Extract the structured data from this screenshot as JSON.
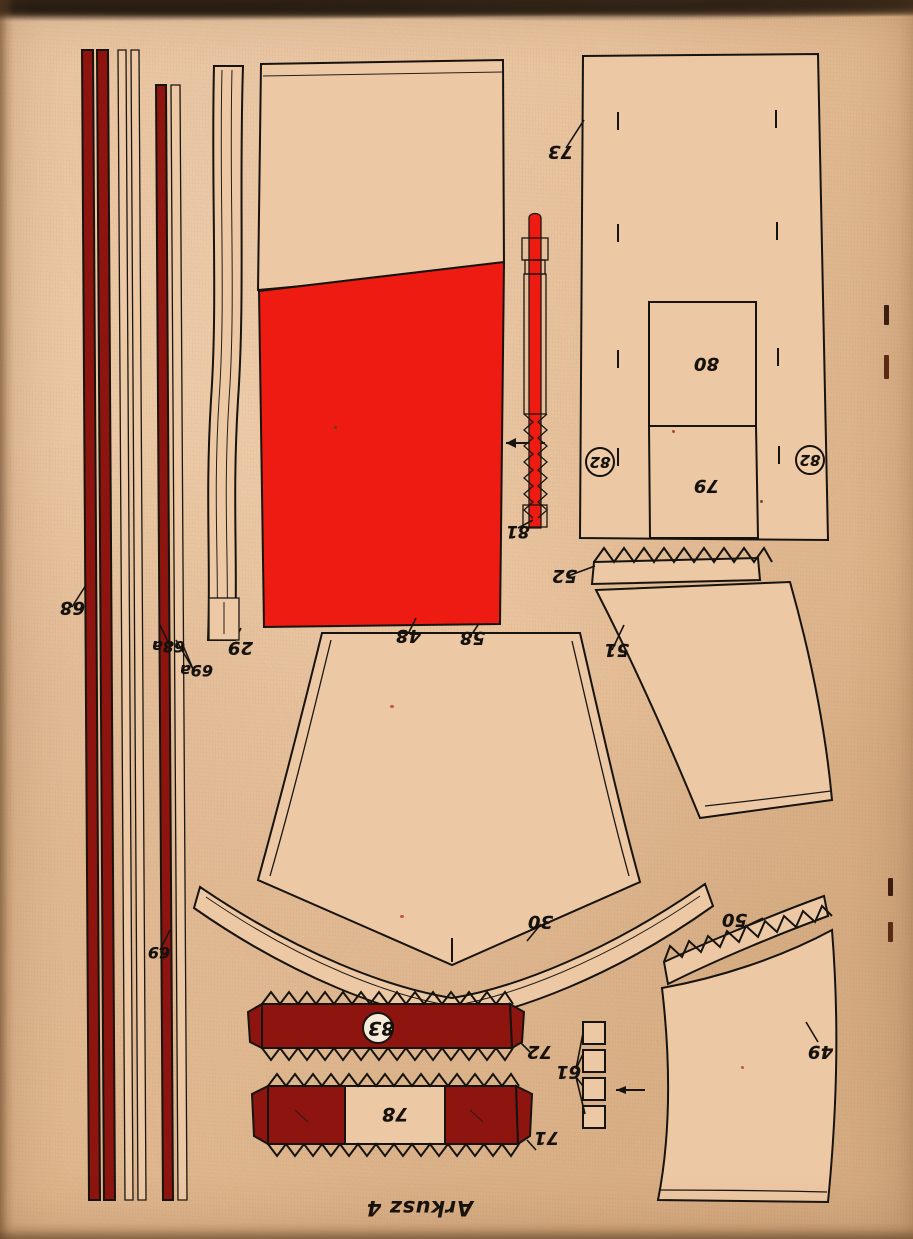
{
  "sheet": {
    "title": "Arkusz 4",
    "kind": "card-model-parts-sheet",
    "orientation_note": "printed upside-down",
    "paper_color": "#e9c49f",
    "ink_color": "#17140f",
    "red_color": "#ee1b12",
    "dark_red_color": "#8e1410"
  },
  "labels": {
    "l73": "73",
    "l80": "80",
    "l79": "79",
    "l82_left": "82",
    "l82_right": "82",
    "l81": "81",
    "l52": "52",
    "l51": "51",
    "l48": "48",
    "l58": "58",
    "l29": "29",
    "l68": "68",
    "l68a": "68a",
    "l69": "69",
    "l69a": "69a",
    "l30": "30",
    "l50": "50",
    "l49": "49",
    "l83": "83",
    "l78": "78",
    "l72": "72",
    "l71": "71",
    "l61": "61"
  },
  "parts": [
    {
      "id": "73",
      "name": "hull-side-panel-large",
      "color": "paper"
    },
    {
      "id": "80",
      "name": "deckhouse-panel-upper",
      "color": "paper"
    },
    {
      "id": "79",
      "name": "deckhouse-panel-lower",
      "color": "paper"
    },
    {
      "id": "82",
      "name": "fold-marker-circle",
      "color": "paper"
    },
    {
      "id": "81",
      "name": "mast-funnel-rod",
      "color": "red"
    },
    {
      "id": "52",
      "name": "serrated-tab-strip",
      "color": "paper"
    },
    {
      "id": "51",
      "name": "curved-hull-plate",
      "color": "paper"
    },
    {
      "id": "48",
      "name": "red-hull-plate",
      "color": "red"
    },
    {
      "id": "58",
      "name": "hull-lower-edge",
      "color": "paper"
    },
    {
      "id": "29",
      "name": "narrow-strip-short",
      "color": "paper"
    },
    {
      "id": "68",
      "name": "long-spar-dark-red",
      "color": "dark-red"
    },
    {
      "id": "68a",
      "name": "long-spar-dark-red-a",
      "color": "dark-red"
    },
    {
      "id": "69",
      "name": "long-spar-outline",
      "color": "paper"
    },
    {
      "id": "69a",
      "name": "long-spar-outline-a",
      "color": "paper"
    },
    {
      "id": "30",
      "name": "curved-rail-strip",
      "color": "paper"
    },
    {
      "id": "50",
      "name": "serrated-tab-strip-lower",
      "color": "paper"
    },
    {
      "id": "49",
      "name": "curved-hull-plate-lower",
      "color": "paper"
    },
    {
      "id": "83",
      "name": "serrated-band-dark-red",
      "color": "dark-red"
    },
    {
      "id": "78",
      "name": "serrated-band-banded",
      "color": "dark-red"
    },
    {
      "id": "72",
      "name": "band-end-tab-upper",
      "color": "dark-red"
    },
    {
      "id": "71",
      "name": "band-end-tab-lower",
      "color": "dark-red"
    },
    {
      "id": "61",
      "name": "small-square-pieces",
      "count": 4,
      "color": "paper"
    }
  ]
}
